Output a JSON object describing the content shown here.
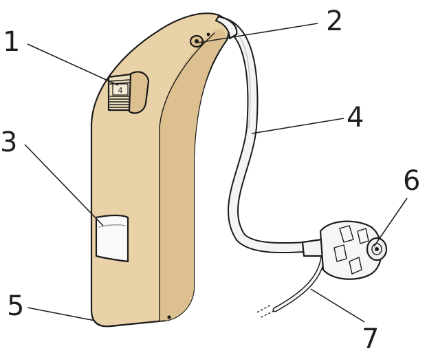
{
  "diagram": {
    "callouts": [
      {
        "id": "1",
        "label": "1"
      },
      {
        "id": "2",
        "label": "2"
      },
      {
        "id": "3",
        "label": "3"
      },
      {
        "id": "4",
        "label": "4"
      },
      {
        "id": "5",
        "label": "5"
      },
      {
        "id": "6",
        "label": "6"
      },
      {
        "id": "7",
        "label": "7"
      }
    ],
    "dial_label": "4",
    "colors": {
      "body": "#ead2a8",
      "body_shade": "#dcc090",
      "tube": "#f4f4f4",
      "dome": "#f6f6f6",
      "window": "#fafafa",
      "ink": "#1a1a1a"
    }
  }
}
